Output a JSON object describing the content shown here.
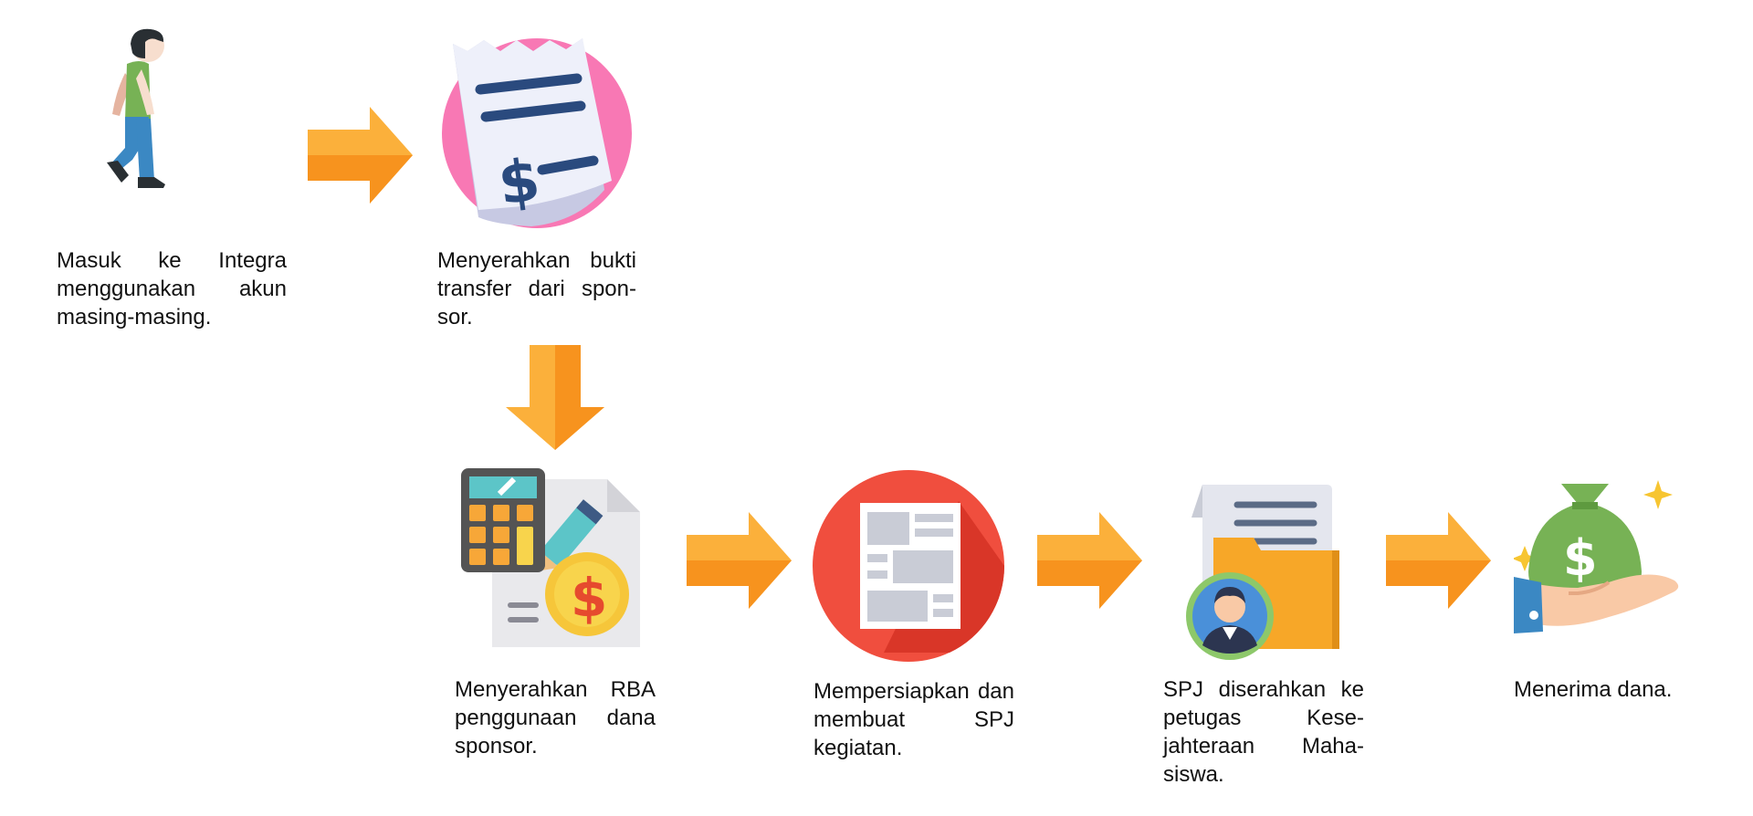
{
  "colors": {
    "arrow_light": "#FBB03B",
    "arrow_dark": "#F7931E",
    "text": "#111111"
  },
  "steps": [
    {
      "id": "login",
      "icon": "person-walking-icon",
      "label": "Masuk ke Integra menggunakan akun masing-masing."
    },
    {
      "id": "transfer",
      "icon": "receipt-icon",
      "label": "Menyerahkan bukti transfer dari spon­sor."
    },
    {
      "id": "rba",
      "icon": "budget-calculator-icon",
      "label": "Menyerahkan RBA penggunaan dana sponsor."
    },
    {
      "id": "spj",
      "icon": "report-document-icon",
      "label": "Mempersiapkan dan membuat SPJ kegiatan."
    },
    {
      "id": "handover",
      "icon": "folder-officer-icon",
      "label": "SPJ diserahkan ke petugas Kese­jahteraan Maha­siswa."
    },
    {
      "id": "receive",
      "icon": "money-bag-hand-icon",
      "label": "Menerima dana."
    }
  ],
  "arrows": [
    {
      "from": "login",
      "to": "transfer",
      "direction": "right"
    },
    {
      "from": "transfer",
      "to": "rba",
      "direction": "down"
    },
    {
      "from": "rba",
      "to": "spj",
      "direction": "right"
    },
    {
      "from": "spj",
      "to": "handover",
      "direction": "right"
    },
    {
      "from": "handover",
      "to": "receive",
      "direction": "right"
    }
  ]
}
